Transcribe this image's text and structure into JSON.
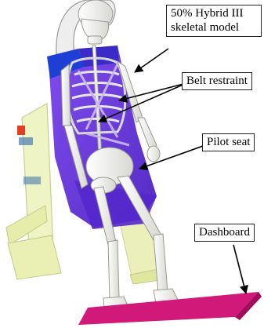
{
  "labels": {
    "model": {
      "line1": "50% Hybrid III",
      "line2": "skeletal model"
    },
    "belt": "Belt restraint",
    "seat": "Pilot seat",
    "dashboard": "Dashboard"
  },
  "colors": {
    "seat_fill": "#6a2ee0",
    "seat_dark": "#3b1fb8",
    "seat_top": "#1b3ad0",
    "headrest": "#f0f0f0",
    "frame": "#e9efb4",
    "frame_edge": "#c7cf8a",
    "dashboard": "#d3177a",
    "dashboard_dark": "#a50e5c",
    "bone": "#f2f2ef",
    "bone_edge": "#b9b9b2",
    "belt": "#c8b8f0",
    "arrow": "#000000"
  }
}
